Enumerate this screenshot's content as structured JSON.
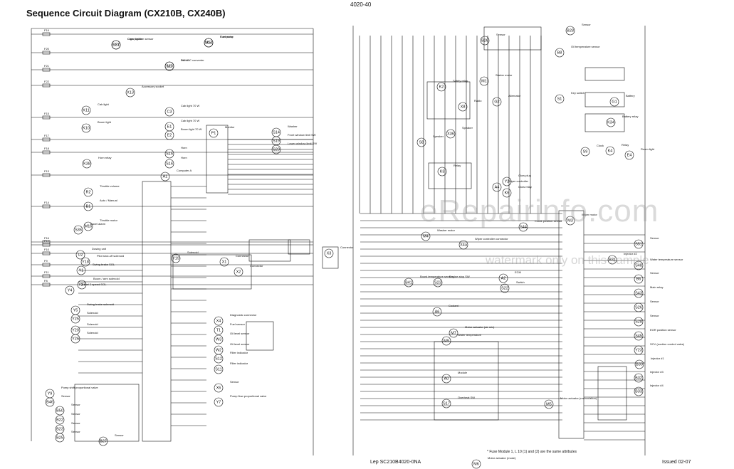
{
  "page": {
    "title": "Sequence Circuit Diagram (CX210B, CX240B)",
    "number": "4020-40",
    "doc_code": "Lep SC210B4020-0NA",
    "issued": "Issued 02-07",
    "footnote": "* Fuse Module 1, L 10 (1) and (2) are the same attributes",
    "watermark": "eRepairinfo.com",
    "watermark_note": "watermark only on this sample"
  },
  "colors": {
    "line": "#111111",
    "background": "#ffffff",
    "watermark": "#9a9a9a"
  },
  "fuses": [
    "F19",
    "F20",
    "F21",
    "F22",
    "F15",
    "F17",
    "F18",
    "F13",
    "F14",
    "F16",
    "F12",
    "F10",
    "F9",
    "F11",
    "F8"
  ],
  "components": [
    {
      "id": "C57",
      "label": "Cigar lighter"
    },
    {
      "id": "M14",
      "label": "Fuel pump"
    },
    {
      "id": "U1",
      "label": "DC / DC converter"
    },
    {
      "id": "X13",
      "label": "Accessory socket"
    },
    {
      "id": "K11",
      "label": "Cab light"
    },
    {
      "id": "C3",
      "label": "Cab light 70 W"
    },
    {
      "id": "E1",
      "label": "Cab light 70 W"
    },
    {
      "id": "K10",
      "label": "Boom light"
    },
    {
      "id": "E2",
      "label": "Boom light 70 W"
    },
    {
      "id": "P1",
      "label": "Monitor"
    },
    {
      "id": "S14",
      "label": "Washer"
    },
    {
      "id": "S19",
      "label": "Front window limit SW"
    },
    {
      "id": "S20",
      "label": "Lower window limit SW"
    },
    {
      "id": "K38",
      "label": "Horn relay"
    },
    {
      "id": "S15",
      "label": "Horn"
    },
    {
      "id": "S16",
      "label": "Horn"
    },
    {
      "id": "A1",
      "label": "Computer A"
    },
    {
      "id": "R2",
      "label": "Throttle volume"
    },
    {
      "id": "B1",
      "label": "Auto / Manual"
    },
    {
      "id": "M16",
      "label": "Throttle motor"
    },
    {
      "id": "S36",
      "label": "Travel alarm"
    },
    {
      "id": "U2",
      "label": "Dosing unit"
    },
    {
      "id": "Y18",
      "label": "Pilot shut-off solenoid"
    },
    {
      "id": "Y1",
      "label": "Swing brake SOL"
    },
    {
      "id": "Y4",
      "label": "Travel 2 speed SOL"
    },
    {
      "id": "Y27",
      "label": "Boom / arm solenoid"
    },
    {
      "id": "Y5",
      "label": "Swing brake solenoid"
    },
    {
      "id": "Y25",
      "label": "Solenoid"
    },
    {
      "id": "Y20",
      "label": "Solenoid"
    },
    {
      "id": "Y26",
      "label": "Solenoid"
    },
    {
      "id": "Y19",
      "label": "Solenoid"
    },
    {
      "id": "X1",
      "label": "Connector"
    },
    {
      "id": "X2",
      "label": "Connector"
    },
    {
      "id": "X3",
      "label": "Connector"
    },
    {
      "id": "X4",
      "label": "Diagnostic connector"
    },
    {
      "id": "T1",
      "label": "Fuel sensor"
    },
    {
      "id": "W3",
      "label": "Oil level sensor"
    },
    {
      "id": "W2",
      "label": "Oil level sensor"
    },
    {
      "id": "S12",
      "label": "Filter indicator"
    },
    {
      "id": "S11",
      "label": "Filter indicator"
    },
    {
      "id": "X6",
      "label": "Sensor"
    },
    {
      "id": "Y7",
      "label": "Pump flow proportional valve"
    },
    {
      "id": "Y9",
      "label": "Pump shift proportional valve"
    },
    {
      "id": "B46",
      "label": "Sensor"
    },
    {
      "id": "B50",
      "label": "Sensor"
    },
    {
      "id": "B22",
      "label": "Sensor"
    },
    {
      "id": "B23",
      "label": "Sensor"
    },
    {
      "id": "B25",
      "label": "Sensor"
    },
    {
      "id": "B27",
      "label": "Sensor"
    },
    {
      "id": "B26",
      "label": "Sensor"
    },
    {
      "id": "B28",
      "label": "Sensor"
    },
    {
      "id": "B8",
      "label": "Oil temperature sensor"
    },
    {
      "id": "S1",
      "label": "Key switch"
    },
    {
      "id": "G1",
      "label": "Battery"
    },
    {
      "id": "K34",
      "label": "Battery relay"
    },
    {
      "id": "K2",
      "label": "Safety relay"
    },
    {
      "id": "M1",
      "label": "Starter motor"
    },
    {
      "id": "G2",
      "label": "Alternator"
    },
    {
      "id": "X8",
      "label": "Radio"
    },
    {
      "id": "X36",
      "label": "Speaker"
    },
    {
      "id": "S8",
      "label": "Speaker"
    },
    {
      "id": "S9",
      "label": "Clock"
    },
    {
      "id": "E4",
      "label": "Room light"
    },
    {
      "id": "K4",
      "label": "Relay"
    },
    {
      "id": "K3",
      "label": "Relay"
    },
    {
      "id": "Y2",
      "label": "Glow plug"
    },
    {
      "id": "K6",
      "label": "Glow relay"
    },
    {
      "id": "A4",
      "label": "Wiper controller"
    },
    {
      "id": "M3",
      "label": "Wiper motor"
    },
    {
      "id": "M4",
      "label": "Washer motor"
    },
    {
      "id": "X4a",
      "label": "Wiper controller connector"
    },
    {
      "id": "A2",
      "label": "ECM"
    },
    {
      "id": "S23",
      "label": "Engine stop SW"
    },
    {
      "id": "S22",
      "label": "Switch"
    },
    {
      "id": "A6",
      "label": "Coolant"
    },
    {
      "id": "M9",
      "label": "Water temperature"
    },
    {
      "id": "A0",
      "label": "Module"
    },
    {
      "id": "S17",
      "label": "Overheat SW"
    },
    {
      "id": "M7",
      "label": "Motor actuator (air mix)"
    },
    {
      "id": "M6",
      "label": "Motor actuator (mode)"
    },
    {
      "id": "M5",
      "label": "Motor actuator (recirculation)"
    },
    {
      "id": "S51",
      "label": "Sensor"
    },
    {
      "id": "S48",
      "label": "Water temperature sensor"
    },
    {
      "id": "B6",
      "label": "Sensor"
    },
    {
      "id": "S43",
      "label": "Main relay"
    },
    {
      "id": "S26",
      "label": "Sensor"
    },
    {
      "id": "S28",
      "label": "Sensor"
    },
    {
      "id": "S45",
      "label": "EGR position sensor"
    },
    {
      "id": "Y23",
      "label": "SCV (suction control valve)"
    },
    {
      "id": "B30",
      "label": "Injector #1"
    },
    {
      "id": "B31",
      "label": "Injector #2"
    },
    {
      "id": "B32",
      "label": "Injector #3"
    },
    {
      "id": "B33",
      "label": "Injector #4"
    },
    {
      "id": "S44",
      "label": "Crank position sensor"
    },
    {
      "id": "B41",
      "label": "Boost temperature sensor"
    },
    {
      "id": "S31",
      "label": "Cam position sensor"
    },
    {
      "id": "X5",
      "label": "Connector"
    },
    {
      "id": "S10",
      "label": "Switch"
    }
  ]
}
